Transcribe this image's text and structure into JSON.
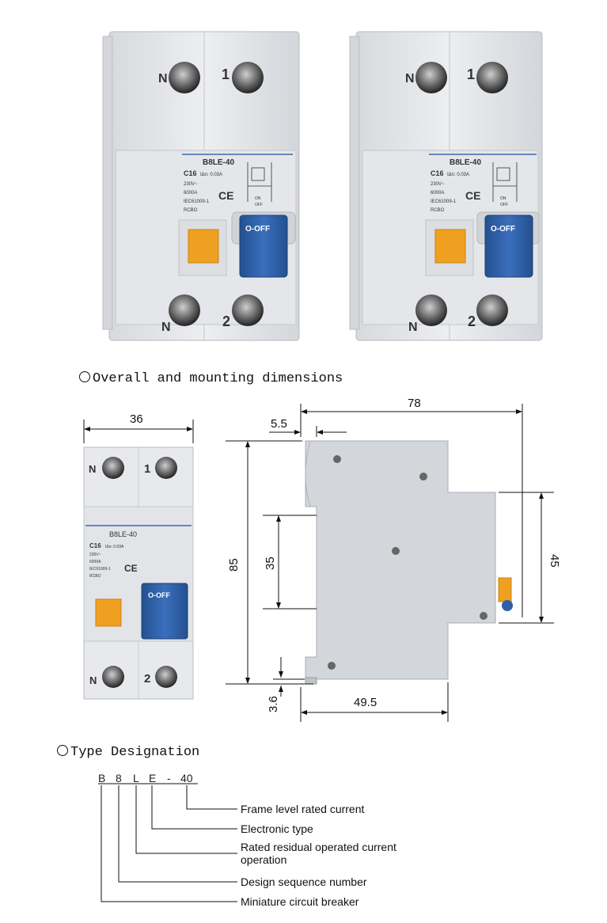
{
  "breaker": {
    "terminal_top_left": "N",
    "terminal_top_right": "1",
    "terminal_bottom_left": "N",
    "terminal_bottom_right": "2",
    "model": "B8LE-40",
    "rating": "C16",
    "residual": "IΔn: 0.03A",
    "voltage": "230V~",
    "breaking": "6000A",
    "standard": "IEC61009-1",
    "type": "RCBO",
    "mark": "CE",
    "handle_label": "O-OFF",
    "on_label": "ON",
    "off_label": "OFF"
  },
  "section_dimensions": {
    "title": "Overall and mounting dimensions",
    "width": "36",
    "depth": "78",
    "offset": "5.5",
    "height": "85",
    "rail": "35",
    "front": "45",
    "bottom_offset": "3.6",
    "rear": "49.5"
  },
  "section_type": {
    "title": "Type Designation",
    "code": [
      "B",
      "8",
      "L",
      "E",
      "-",
      "40"
    ],
    "meanings": [
      "Frame level rated current",
      "Electronic type",
      "Rated residual operated current",
      "operation",
      "Design sequence number",
      "Miniature circuit breaker"
    ]
  },
  "colors": {
    "body": "#e9eaed",
    "handle": "#2f5fa8",
    "test_button": "#f0a020"
  }
}
